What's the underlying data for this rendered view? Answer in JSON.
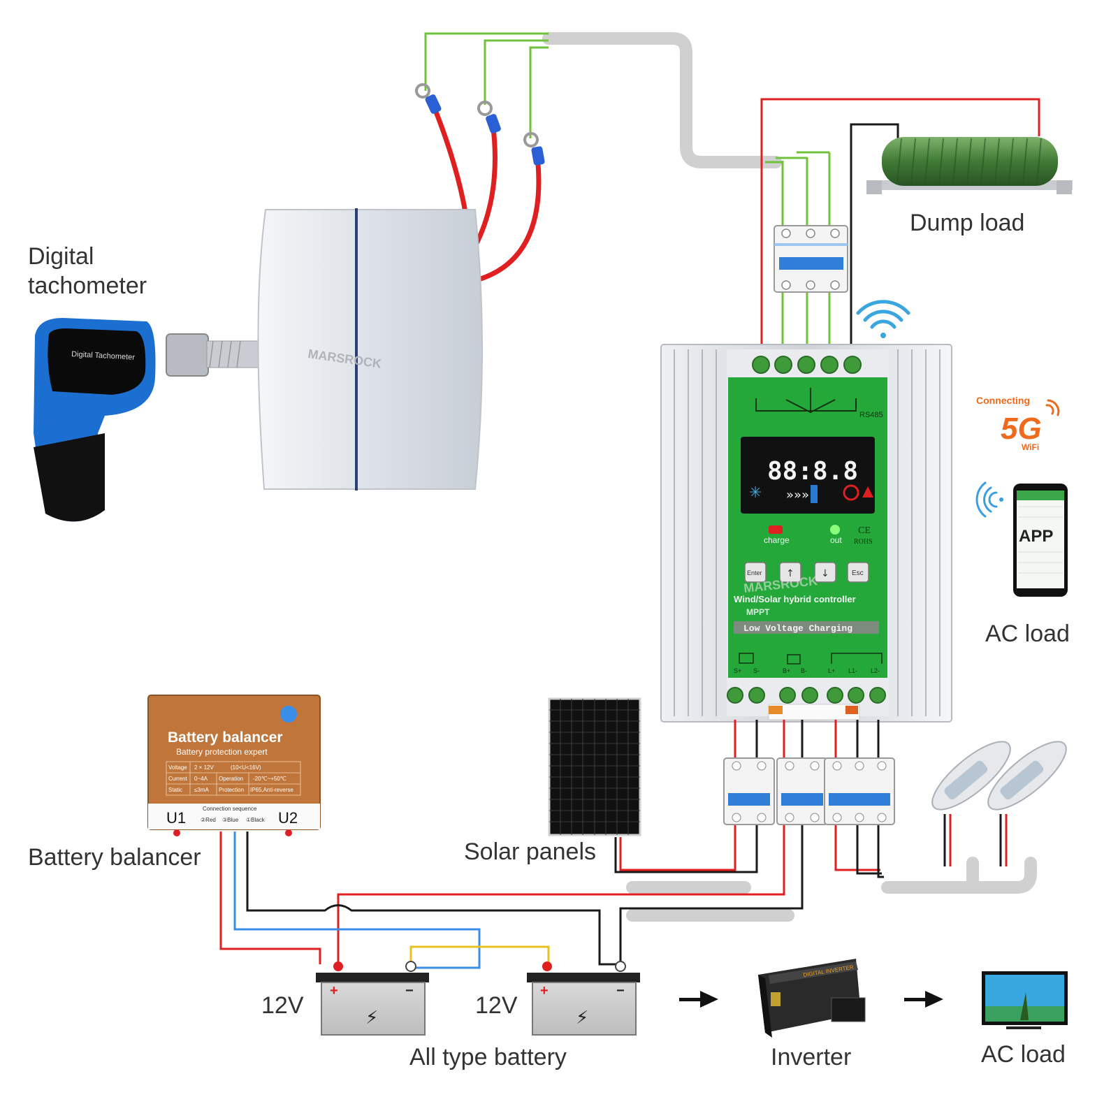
{
  "labels": {
    "digital_tachometer": [
      "Digital",
      "tachometer"
    ],
    "dump_load": "Dump load",
    "ac_load_top": "AC load",
    "battery_balancer_label": "Battery balancer",
    "solar_panels": "Solar panels",
    "all_type_battery": "All type battery",
    "inverter": "Inverter",
    "ac_load_bottom": "AC load",
    "battery_voltage": "12V"
  },
  "tachometer": {
    "device_text": "Digital Tachometer"
  },
  "generator": {
    "brand_text": "MARSROCK"
  },
  "wifi_badge": {
    "top": "Connecting",
    "mid": "5G",
    "bottom": "WiFi"
  },
  "phone": {
    "app_text": "APP"
  },
  "controller": {
    "rs485": "RS485",
    "display_digits": "88:8.8",
    "charge_label": "charge",
    "out_label": "out",
    "ce_mark": "CE",
    "rohs_mark": "ROHS",
    "buttons": [
      "Enter",
      "↑",
      "↓",
      "Esc"
    ],
    "title": "Wind/Solar hybrid controller",
    "mppt": "MPPT",
    "subtitle": "Low Voltage Charging",
    "terminal_labels": [
      "S+",
      "S-",
      "B+",
      "B-",
      "L+",
      "L1-",
      "L2-"
    ],
    "watermark": "MARSROCK"
  },
  "balancer": {
    "title": "Battery balancer",
    "subtitle": "Battery protection expert",
    "spec_rows": [
      [
        "Voltage",
        "2 × 12V",
        "(10<U<16V)"
      ],
      [
        "Current",
        "0~4A",
        "Operation",
        "-20℃~+50℃"
      ],
      [
        "Static",
        "≤3mA",
        "Protection",
        "IP65,Anti-reverse"
      ]
    ],
    "connection_title": "Connection sequence",
    "u1": "U1",
    "u2": "U2",
    "sequence": [
      "②Red",
      "③Blue",
      "①Black"
    ]
  },
  "inverter_device": {
    "text": "DIGITAL INVERTER"
  },
  "colors": {
    "red_wire": "#e02020",
    "green_wire": "#6fc23a",
    "black_wire": "#1a1a1a",
    "blue_wire": "#3a8ee8",
    "yellow_wire": "#e8c020",
    "controller_green": "#25a83a",
    "balancer_orange": "#c0763a",
    "cable_gray": "#d0d0d0"
  }
}
